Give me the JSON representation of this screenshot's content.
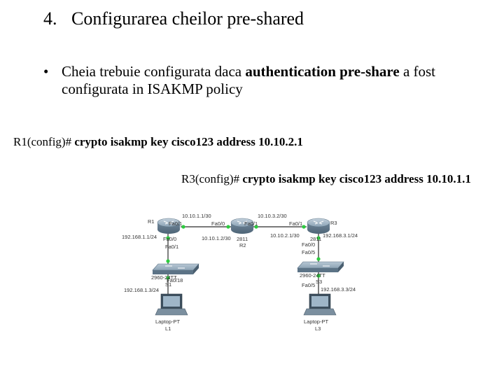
{
  "slide": {
    "number": "4.",
    "title": "Configurarea cheilor pre-shared",
    "bullet_symbol": "•",
    "bullet": {
      "pre": "Cheia trebuie configurata daca ",
      "bold": "authentication pre-share",
      "post": " a fost configurata in ISAKMP policy"
    },
    "cmd_r1": {
      "prompt": "R1(config)# ",
      "command": "crypto isakmp key cisco123 address 10.10.2.1"
    },
    "cmd_r3": {
      "prompt": "R3(config)# ",
      "command": "crypto isakmp key cisco123 address 10.10.1.1"
    }
  },
  "topology": {
    "colors": {
      "router": "#7f98ad",
      "switch": "#7f98ad",
      "link": "#2a2a2a",
      "link_ok": "#2ecc40"
    },
    "labels": {
      "r1": "R1",
      "r2": "R2",
      "r3": "R3",
      "r2_model": "2811",
      "r3_model": "2811",
      "net_r1_r2": "10.10.1.1/30",
      "net_r2_r3": "10.10.3.2/30",
      "r1_fa01": "Fa0/1",
      "r2_fa00": "Fa0/0",
      "r2_fa01": "Fa0/1",
      "r3_fa01": "Fa0/1",
      "ip_r2_left": "10.10.1.2/30",
      "ip_r3_right": "10.10.2.1/30",
      "lan1": "192.168.1.1/24",
      "lan3": "192.168.3.1/24",
      "r1_fa00": "Fa0/0",
      "s1_fa01": "Fa0/1",
      "s1_model": "2960-24TT",
      "s1_port": "Fa0/18",
      "s1": "S1",
      "r3_fa00": "Fa0/0",
      "s3_fa05": "Fa0/5",
      "s3_model": "2960-24TT",
      "s3_port": "Fa0/5",
      "s3": "S3",
      "pc1_ip": "192.168.1.3/24",
      "pc3_ip": "192.168.3.3/24",
      "pc1_model": "Laptop-PT",
      "pc3_model": "Laptop-PT",
      "l1": "L1",
      "l3": "L3"
    }
  }
}
